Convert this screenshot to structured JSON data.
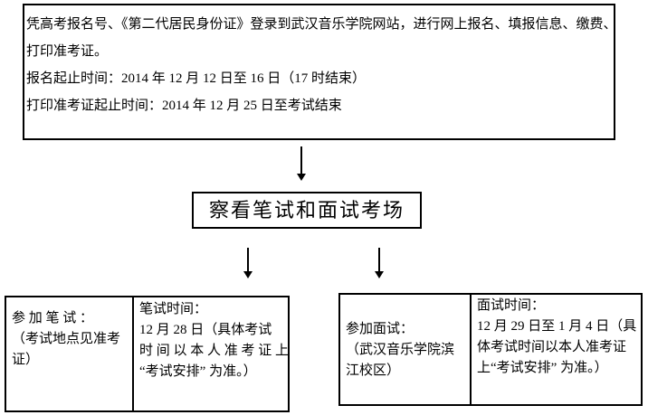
{
  "colors": {
    "background": "#ffffff",
    "border": "#000000",
    "text": "#000000"
  },
  "flowchart": {
    "top_box": {
      "lines": [
        "凭高考报名号、《第二代居民身份证》登录到武汉音乐学院网站，进行网上报名、填报信息、缴费、",
        "打印准考证。",
        "报名起止时间：2014 年 12 月 12 日至 16 日（17 时结束）",
        "打印准考证起止时间：2014 年 12 月 25 日至考试结束"
      ]
    },
    "middle_box": {
      "label": "察看笔试和面试考场"
    },
    "written_exam_table": {
      "left_cell_lines": [
        "参 加 笔 试 ：",
        "（考试地点见准考",
        "证）"
      ],
      "right_cell_lines": [
        "笔试时间：",
        "12 月 28 日（具体考试",
        "时 间 以 本 人 准 考 证 上",
        "“考试安排” 为准。）"
      ]
    },
    "interview_table": {
      "left_cell_lines": [
        "参加面试：",
        "（武汉音乐学院滨",
        "江校区）"
      ],
      "right_cell_lines": [
        "面试时间：",
        "12 月 29 日至 1 月 4 日（具",
        "体考试时间以本人准考证",
        "上“考试安排”  为准。）"
      ]
    }
  }
}
